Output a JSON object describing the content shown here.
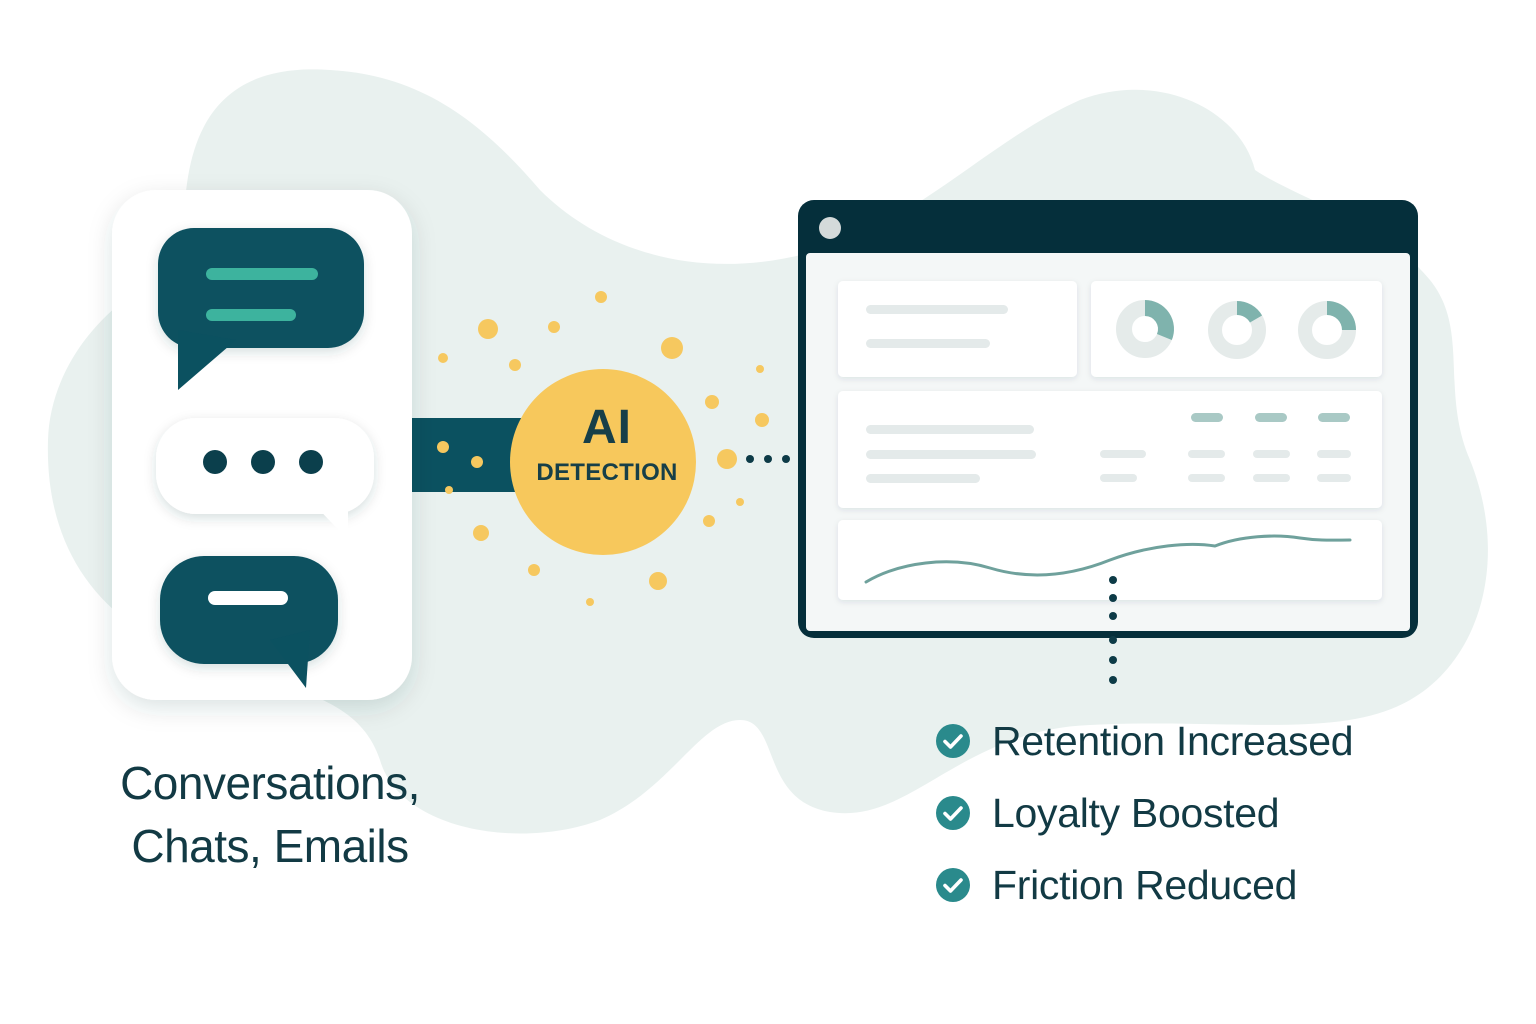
{
  "source": {
    "label_line1": "Conversations,",
    "label_line2": "Chats, Emails",
    "icons": [
      "text-message-bubble-icon",
      "typing-dots-bubble-icon",
      "short-message-bubble-icon"
    ]
  },
  "ai": {
    "title": "AI",
    "subtitle": "DETECTION"
  },
  "dashboard": {
    "window": "analytics-dashboard",
    "panels": [
      "summary-card",
      "donut-charts-card",
      "data-table-card",
      "trend-line-card"
    ]
  },
  "outcomes": [
    {
      "label": "Retention Increased",
      "icon": "check-circle-icon"
    },
    {
      "label": "Loyalty Boosted",
      "icon": "check-circle-icon"
    },
    {
      "label": "Friction Reduced",
      "icon": "check-circle-icon"
    }
  ],
  "colors": {
    "dark_teal": "#0b5160",
    "accent_green": "#3db39e",
    "yellow": "#f6c85f",
    "navy": "#052f3b",
    "blob": "#e9f1ef",
    "text": "#123a44"
  }
}
